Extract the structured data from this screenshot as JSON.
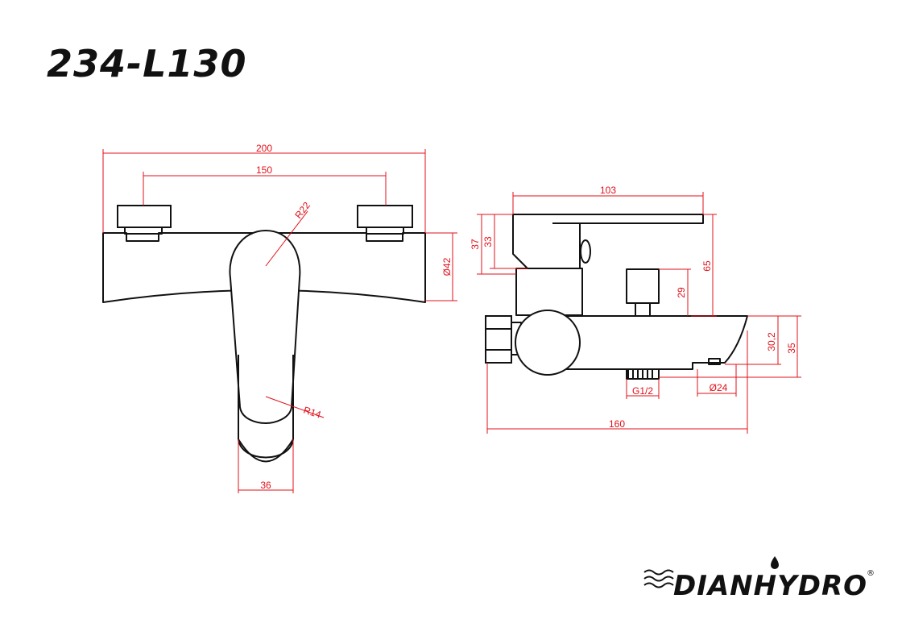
{
  "title": "234-L130",
  "brand": {
    "name": "DIANHYDRO",
    "registered": "®"
  },
  "colors": {
    "outline": "#111111",
    "dimension": "#e0101a"
  },
  "front_view": {
    "dims": {
      "overall_width": "200",
      "centers": "150",
      "handle_radius_top": "R22",
      "handle_radius_bottom": "R14",
      "body_diameter": "Ø42",
      "handle_width": "36"
    }
  },
  "side_view": {
    "dims": {
      "top_length": "103",
      "dim_37": "37",
      "dim_33": "33",
      "dim_65": "65",
      "dim_29": "29",
      "dim_30_2": "30,2",
      "dim_35": "35",
      "thread": "G1/2",
      "spout_diameter": "Ø24",
      "overall_length": "160"
    }
  }
}
